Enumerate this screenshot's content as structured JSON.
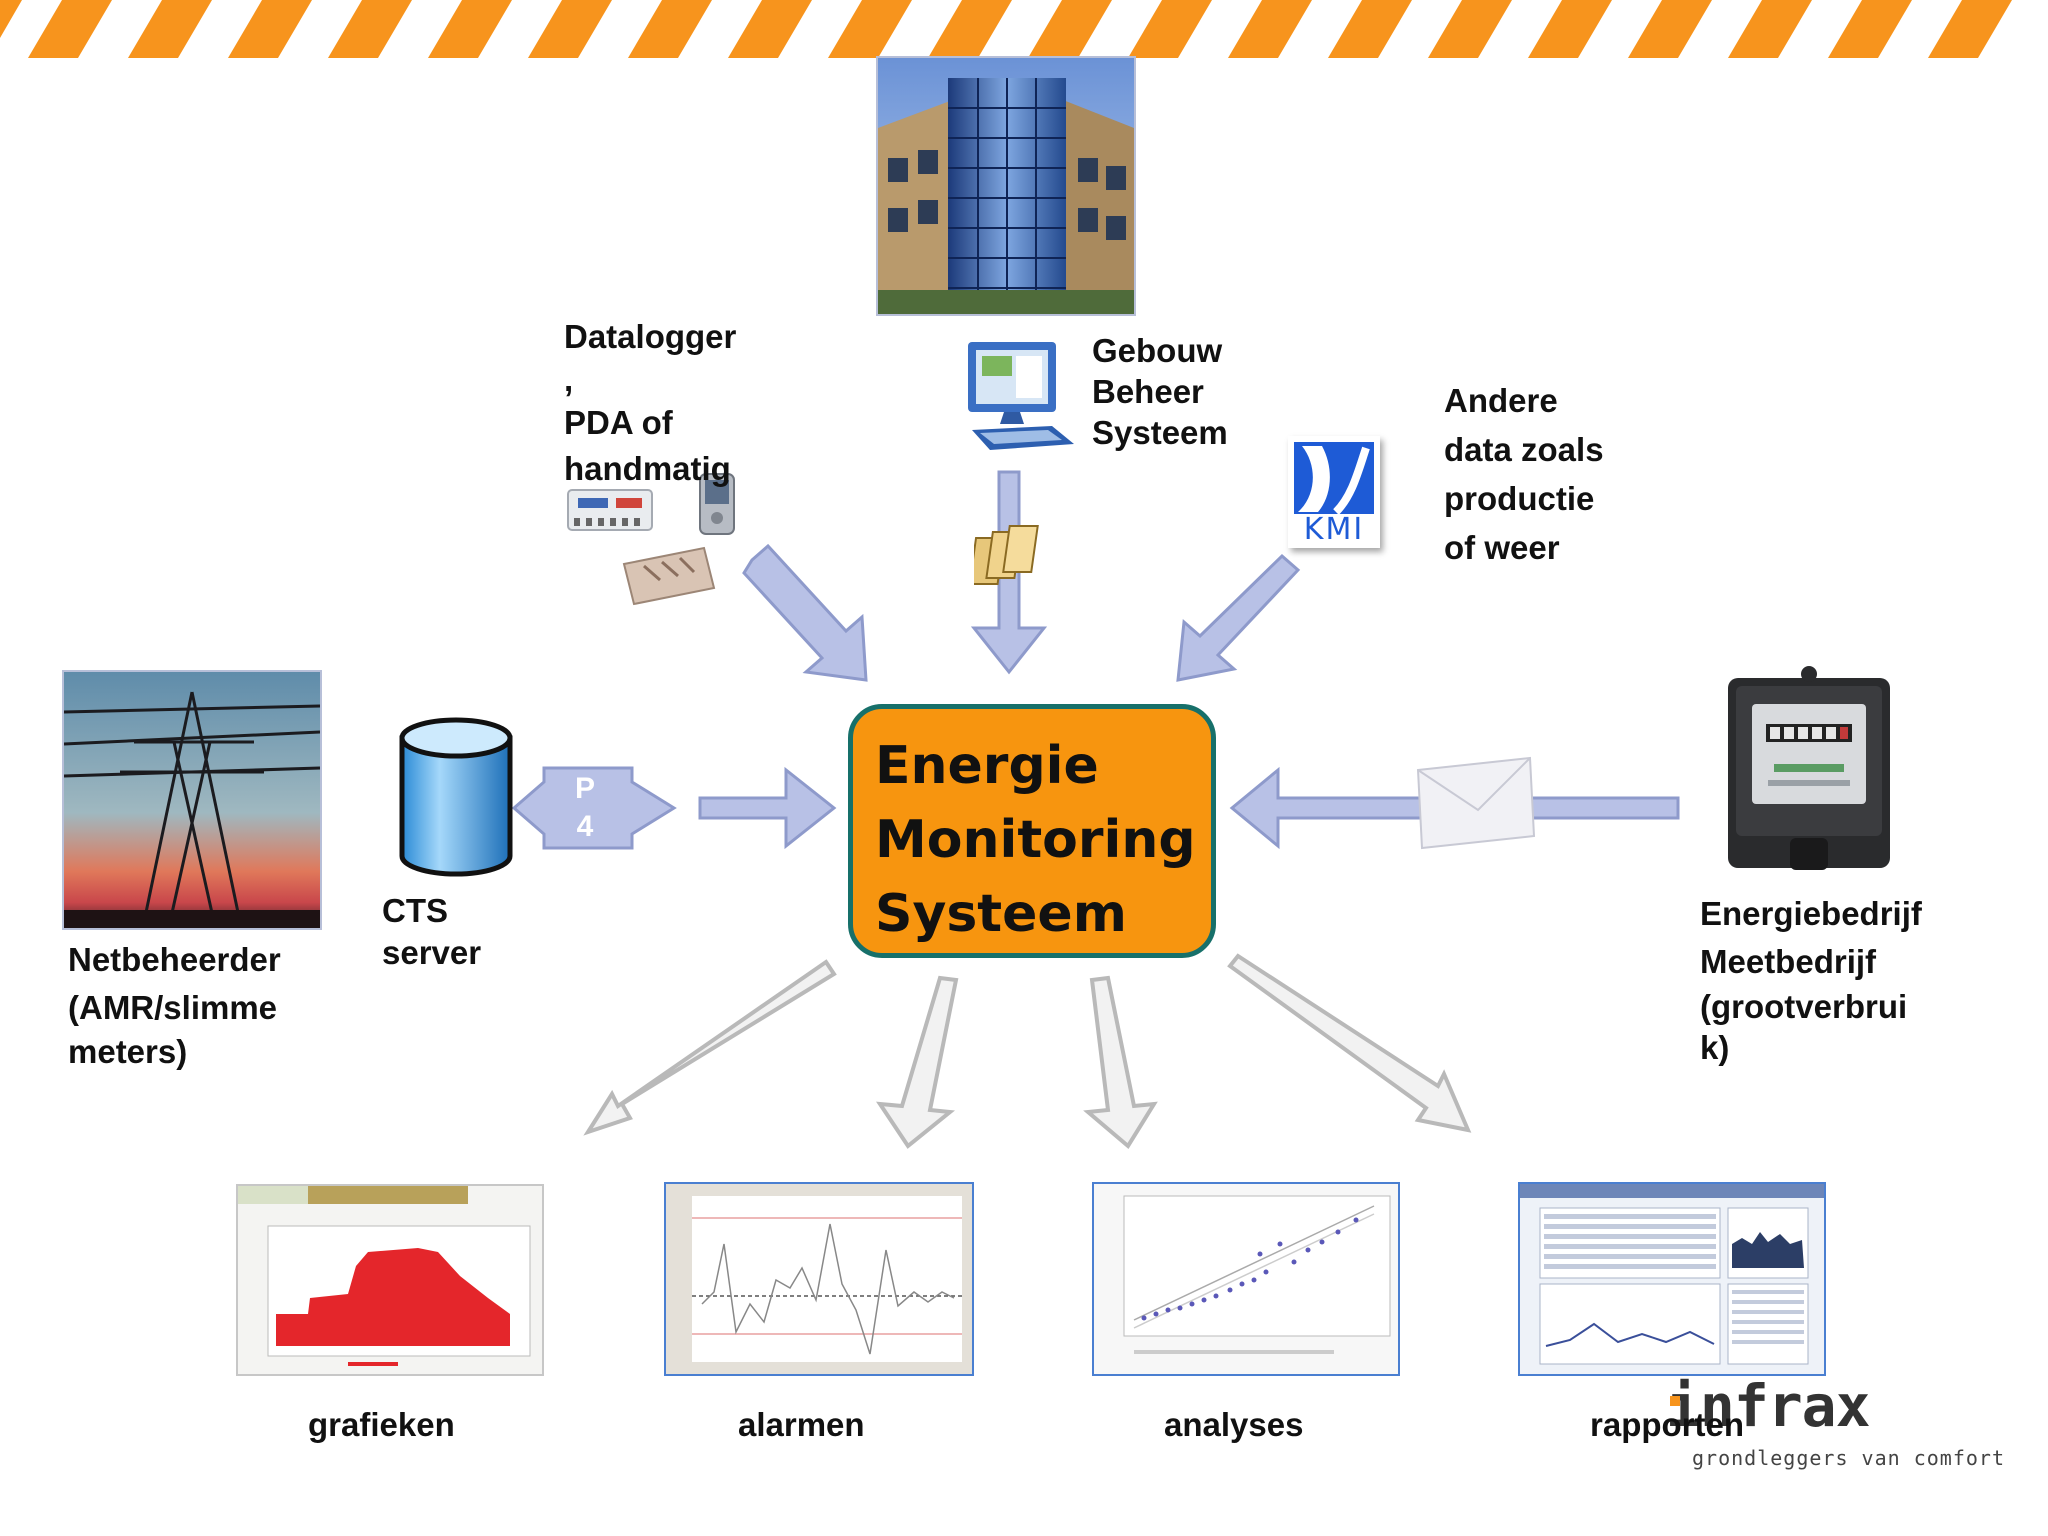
{
  "center": {
    "line1": "Energie",
    "line2": "Monitoring",
    "line3": "Systeem"
  },
  "sources": {
    "datalogger": {
      "line1": "Datalogger",
      "line2": ",",
      "line3": "PDA of",
      "line4": "handmatig"
    },
    "gebouw": {
      "line1": "Gebouw",
      "line2": "Beheer",
      "line3": "Systeem"
    },
    "andere": {
      "line1": "Andere",
      "line2": "data zoals",
      "line3": "productie",
      "line4": "of weer"
    },
    "netbeheerder": {
      "line1": "Netbeheerder",
      "line2": "(AMR/slimme",
      "line3": "meters)"
    },
    "cts": {
      "line1": "CTS",
      "line2": "server"
    },
    "energiebedrijf": {
      "line1": "Energiebedrijf",
      "line2": "Meetbedrijf",
      "line3": "(grootverbrui",
      "line4": "k)"
    }
  },
  "connector_label": {
    "p": "P",
    "four": "4"
  },
  "kmi_logo": "KMI",
  "outputs": {
    "grafieken": "grafieken",
    "alarmen": "alarmen",
    "analyses": "analyses",
    "rapporten": "rapporten"
  },
  "logo": {
    "name": "infrax",
    "tagline": "grondleggers van comfort"
  },
  "colors": {
    "stripe_orange": "#f7941d",
    "center_fill": "#f7950f",
    "center_border": "#17706a",
    "arrow_fill": "#b8c1e6",
    "arrow_outline": "#8e9acb",
    "output_arrow": "#c9c9c9"
  }
}
